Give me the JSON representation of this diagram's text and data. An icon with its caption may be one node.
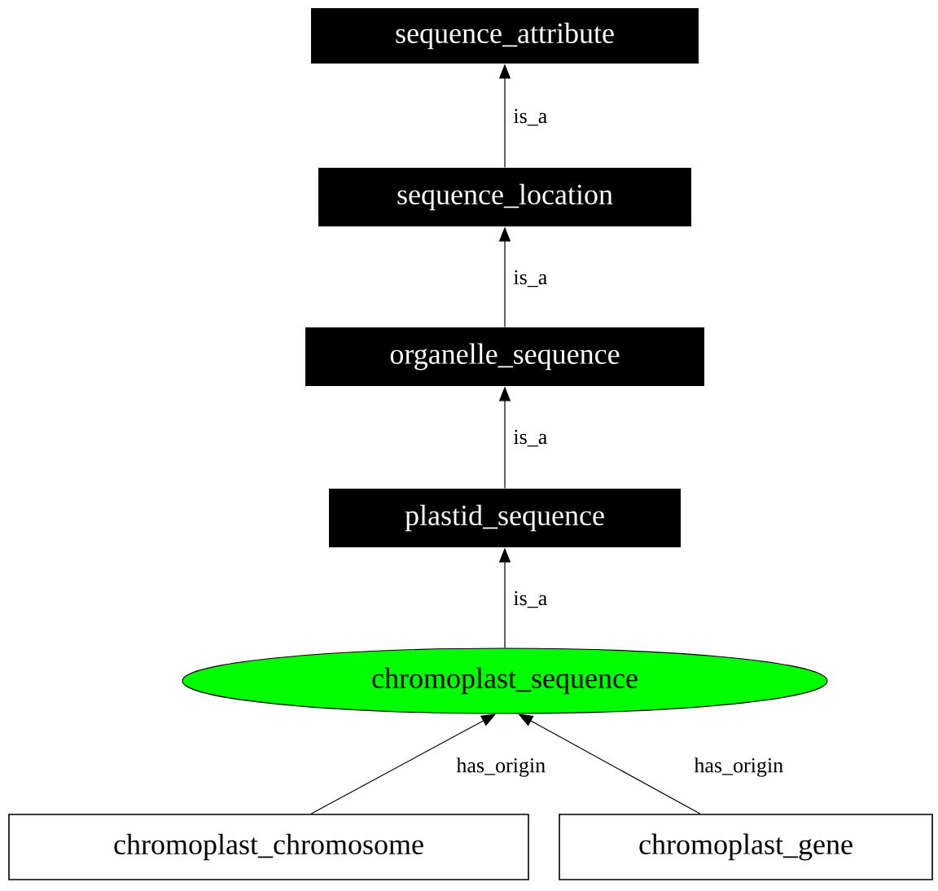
{
  "diagram": {
    "nodes": [
      {
        "text": [
          "sequence_attribute"
        ]
      },
      {
        "text": [
          "sequence_location"
        ]
      },
      {
        "text": [
          "organelle_sequence"
        ]
      },
      {
        "text": [
          "plastid_sequence"
        ]
      },
      {
        "text": [
          "chromoplast_sequence"
        ]
      },
      {
        "text": [
          "chromoplast_chromosome"
        ]
      },
      {
        "text": [
          "chromoplast_gene"
        ]
      }
    ],
    "edges": [
      {
        "from": 1,
        "to": 0,
        "arrow": "to",
        "label": "is_a"
      },
      {
        "from": 2,
        "to": 1,
        "arrow": "to",
        "label": "is_a"
      },
      {
        "from": 3,
        "to": 2,
        "arrow": "to",
        "label": "is_a"
      },
      {
        "from": 4,
        "to": 3,
        "arrow": "to",
        "label": "is_a"
      },
      {
        "from": 5,
        "to": 4,
        "arrow": "to",
        "label": "has_origin"
      },
      {
        "from": 6,
        "to": 4,
        "arrow": "to",
        "label": "has_origin"
      }
    ]
  }
}
